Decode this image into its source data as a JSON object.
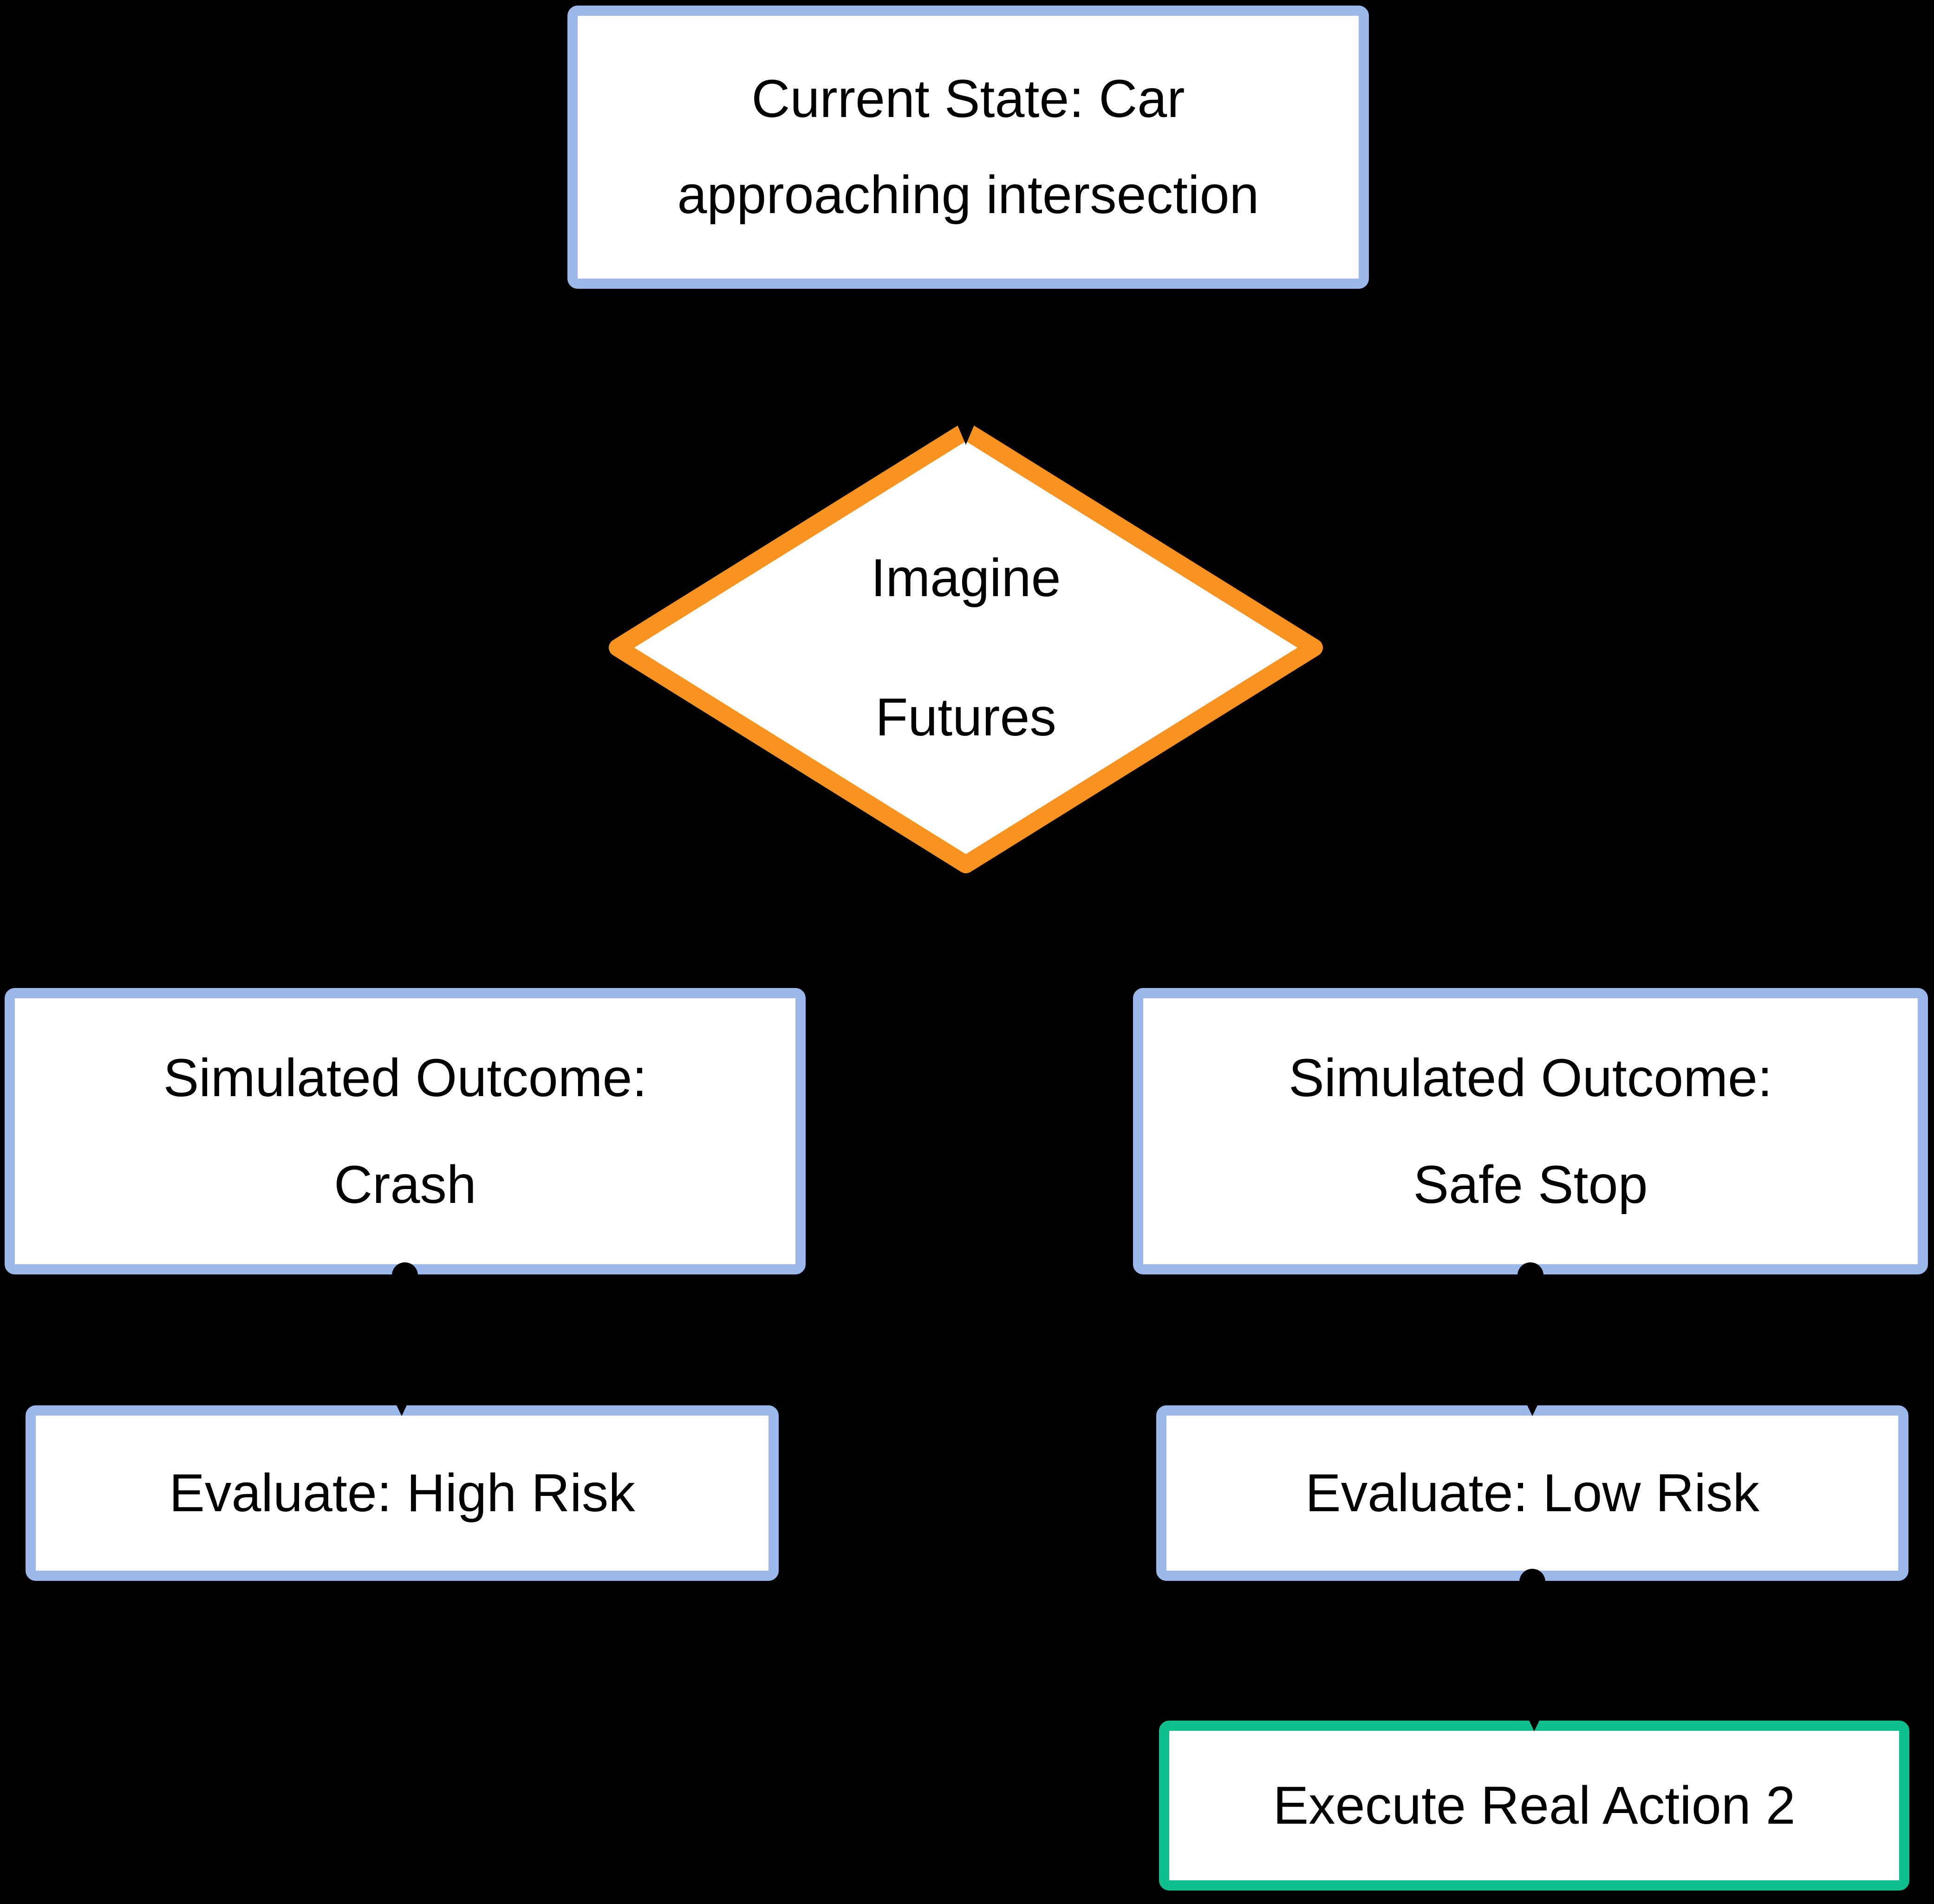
{
  "diagram": {
    "type": "flowchart",
    "background": "#000000"
  },
  "colors": {
    "process_border_blue": "#9bb8eb",
    "decision_border_orange": "#f7931e",
    "action_border_green": "#0dc08d",
    "node_fill": "#ffffff",
    "text": "#000000",
    "edge_black": "#000000"
  },
  "nodes": {
    "current_state": {
      "lines": [
        "Current State: Car",
        "approaching intersection"
      ]
    },
    "imagine_futures": {
      "lines": [
        "Imagine",
        "Futures"
      ]
    },
    "sim_crash": {
      "lines": [
        "Simulated Outcome:",
        "Crash"
      ]
    },
    "sim_safe_stop": {
      "lines": [
        "Simulated Outcome:",
        "Safe Stop"
      ]
    },
    "eval_high": {
      "label": "Evaluate: High Risk"
    },
    "eval_low": {
      "label": "Evaluate: Low Risk"
    },
    "execute": {
      "label": "Execute Real Action 2"
    }
  },
  "edges": [
    {
      "from": "current_state",
      "to": "imagine_futures"
    },
    {
      "from": "imagine_futures",
      "to": "sim_crash"
    },
    {
      "from": "imagine_futures",
      "to": "sim_safe_stop"
    },
    {
      "from": "sim_crash",
      "to": "eval_high"
    },
    {
      "from": "sim_safe_stop",
      "to": "eval_low"
    },
    {
      "from": "eval_low",
      "to": "execute"
    }
  ]
}
